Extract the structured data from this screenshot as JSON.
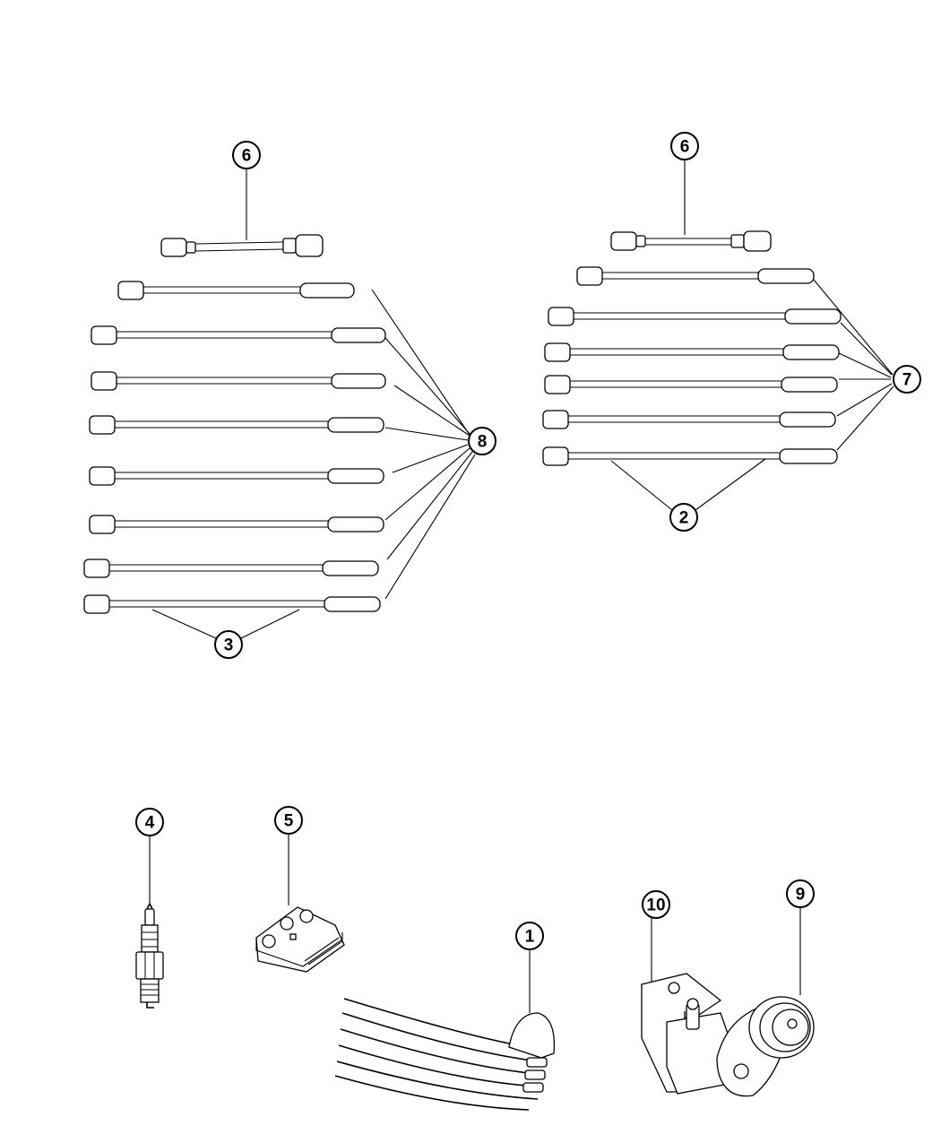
{
  "callouts": [
    {
      "id": "c6a",
      "label": "6"
    },
    {
      "id": "c6b",
      "label": "6"
    },
    {
      "id": "c8",
      "label": "8"
    },
    {
      "id": "c7",
      "label": "7"
    },
    {
      "id": "c3",
      "label": "3"
    },
    {
      "id": "c2",
      "label": "2"
    },
    {
      "id": "c4",
      "label": "4"
    },
    {
      "id": "c5",
      "label": "5"
    },
    {
      "id": "c1",
      "label": "1"
    },
    {
      "id": "c10",
      "label": "10"
    },
    {
      "id": "c9",
      "label": "9"
    }
  ]
}
